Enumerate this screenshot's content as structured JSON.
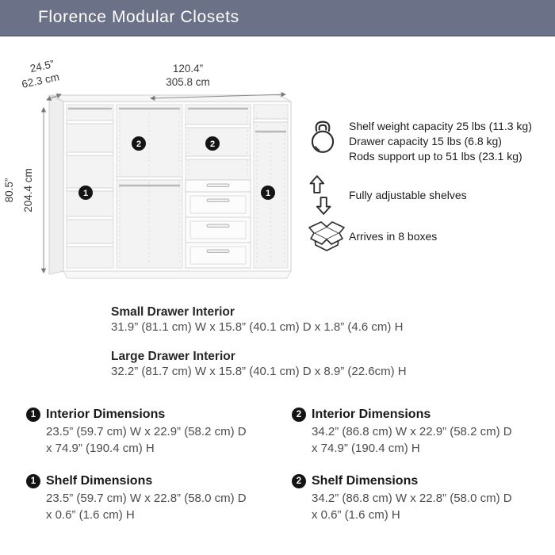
{
  "header": {
    "title": "Florence Modular Closets",
    "bg_color": "#6b7187",
    "text_color": "#ffffff"
  },
  "diagram": {
    "width_in": "120.4”",
    "width_cm": "305.8 cm",
    "depth_in": "24.5”",
    "depth_cm": "62.3 cm",
    "height_in": "80.5”",
    "height_cm": "204.4 cm",
    "badge_labels": [
      "1",
      "2",
      "2",
      "1"
    ],
    "badge_color": "#141414"
  },
  "features": [
    {
      "icon": "kettlebell-icon",
      "lines": [
        "Shelf weight capacity 25 lbs (11.3 kg)",
        "Drawer capacity 15 lbs (6.8 kg)",
        "Rods support up to 51 lbs (23.1 kg)"
      ]
    },
    {
      "icon": "adjustable-shelves-icon",
      "lines": [
        "Fully adjustable shelves"
      ]
    },
    {
      "icon": "shipping-box-icon",
      "lines": [
        "Arrives in 8 boxes"
      ]
    }
  ],
  "drawer_interiors": [
    {
      "title": "Small Drawer Interior",
      "dimensions": "31.9” (81.1 cm) W x 15.8” (40.1 cm) D x 1.8” (4.6 cm) H"
    },
    {
      "title": "Large Drawer Interior",
      "dimensions": "32.2” (81.7 cm) W x 15.8” (40.1 cm) D x 8.9” (22.6cm) H"
    }
  ],
  "dimension_blocks": [
    {
      "badge": "1",
      "title": "Interior Dimensions",
      "line1": "23.5” (59.7 cm) W x 22.9” (58.2 cm) D",
      "line2": "x 74.9” (190.4 cm) H"
    },
    {
      "badge": "2",
      "title": "Interior Dimensions",
      "line1": "34.2” (86.8 cm) W x 22.9” (58.2 cm) D",
      "line2": "x 74.9” (190.4 cm) H"
    },
    {
      "badge": "1",
      "title": "Shelf Dimensions",
      "line1": "23.5” (59.7 cm) W x 22.8” (58.0 cm) D",
      "line2": "x 0.6” (1.6 cm) H"
    },
    {
      "badge": "2",
      "title": "Shelf Dimensions",
      "line1": "34.2” (86.8 cm) W x 22.8” (58.0 cm) D",
      "line2": "x 0.6” (1.6 cm) H"
    }
  ]
}
